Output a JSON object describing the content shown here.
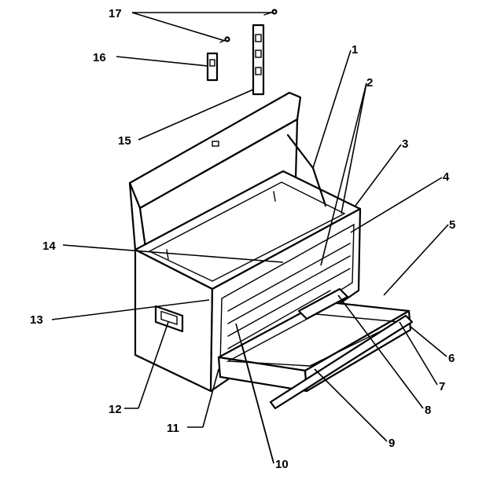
{
  "diagram": {
    "callouts": [
      {
        "id": "1",
        "label": "1"
      },
      {
        "id": "2",
        "label": "2"
      },
      {
        "id": "3",
        "label": "3"
      },
      {
        "id": "4",
        "label": "4"
      },
      {
        "id": "5",
        "label": "5"
      },
      {
        "id": "6",
        "label": "6"
      },
      {
        "id": "7",
        "label": "7"
      },
      {
        "id": "8",
        "label": "8"
      },
      {
        "id": "9",
        "label": "9"
      },
      {
        "id": "10",
        "label": "10"
      },
      {
        "id": "11",
        "label": "11"
      },
      {
        "id": "12",
        "label": "12"
      },
      {
        "id": "13",
        "label": "13"
      },
      {
        "id": "14",
        "label": "14"
      },
      {
        "id": "15",
        "label": "15"
      },
      {
        "id": "16",
        "label": "16"
      },
      {
        "id": "17",
        "label": "17"
      }
    ],
    "colors": {
      "ink": "#000000",
      "paper": "#ffffff"
    }
  }
}
